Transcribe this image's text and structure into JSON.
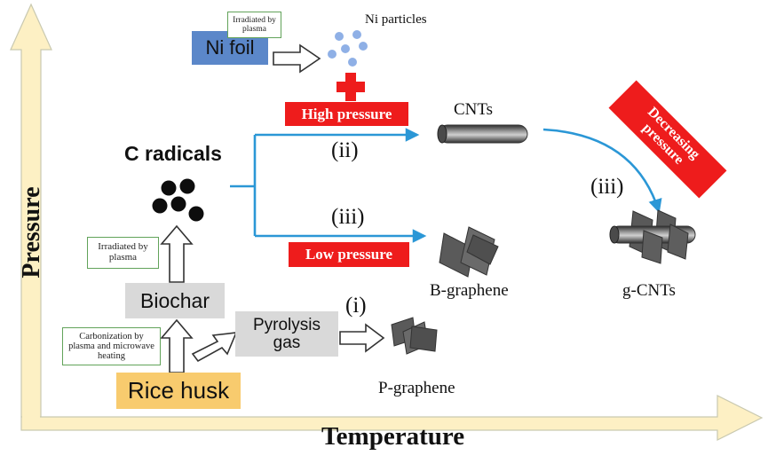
{
  "axes": {
    "x_label": "Temperature",
    "y_label": "Pressure"
  },
  "sources": {
    "rice_husk": "Rice husk",
    "ni_foil": "Ni foil"
  },
  "intermediates": {
    "biochar": "Biochar",
    "pyrolysis_gas": "Pyrolysis gas",
    "c_radicals": "C radicals",
    "ni_particles": "Ni particles"
  },
  "process_notes": {
    "carbonization": "Carbonization by plasma and microwave heating",
    "irradiated_biochar": "Irradiated by plasma",
    "irradiated_ni": "Irradiated by plasma"
  },
  "conditions": {
    "high_pressure": "High pressure",
    "low_pressure": "Low pressure",
    "decreasing_pressure": "Decreasing pressure"
  },
  "route_labels": {
    "route_i": "(i)",
    "route_ii": "(ii)",
    "route_iii_low": "(iii)",
    "route_iii_decrease": "(iii)"
  },
  "products": {
    "cnts": "CNTs",
    "b_graphene": "B-graphene",
    "g_cnts": "g-CNTs",
    "p_graphene": "P-graphene"
  },
  "colors": {
    "axis_fill": "#fdf0c4",
    "axis_stroke": "#c9c9b0",
    "blue_arrow": "#2b97d6",
    "red_label": "#ee1c1c",
    "ni_foil_fill": "#5b87c9",
    "rice_husk_fill": "#f8cb6e",
    "gray_box": "#d9d9d9",
    "note_border": "#62a35a",
    "sheet_fill": "#595959",
    "particle_fill": "#8fb0e6"
  }
}
